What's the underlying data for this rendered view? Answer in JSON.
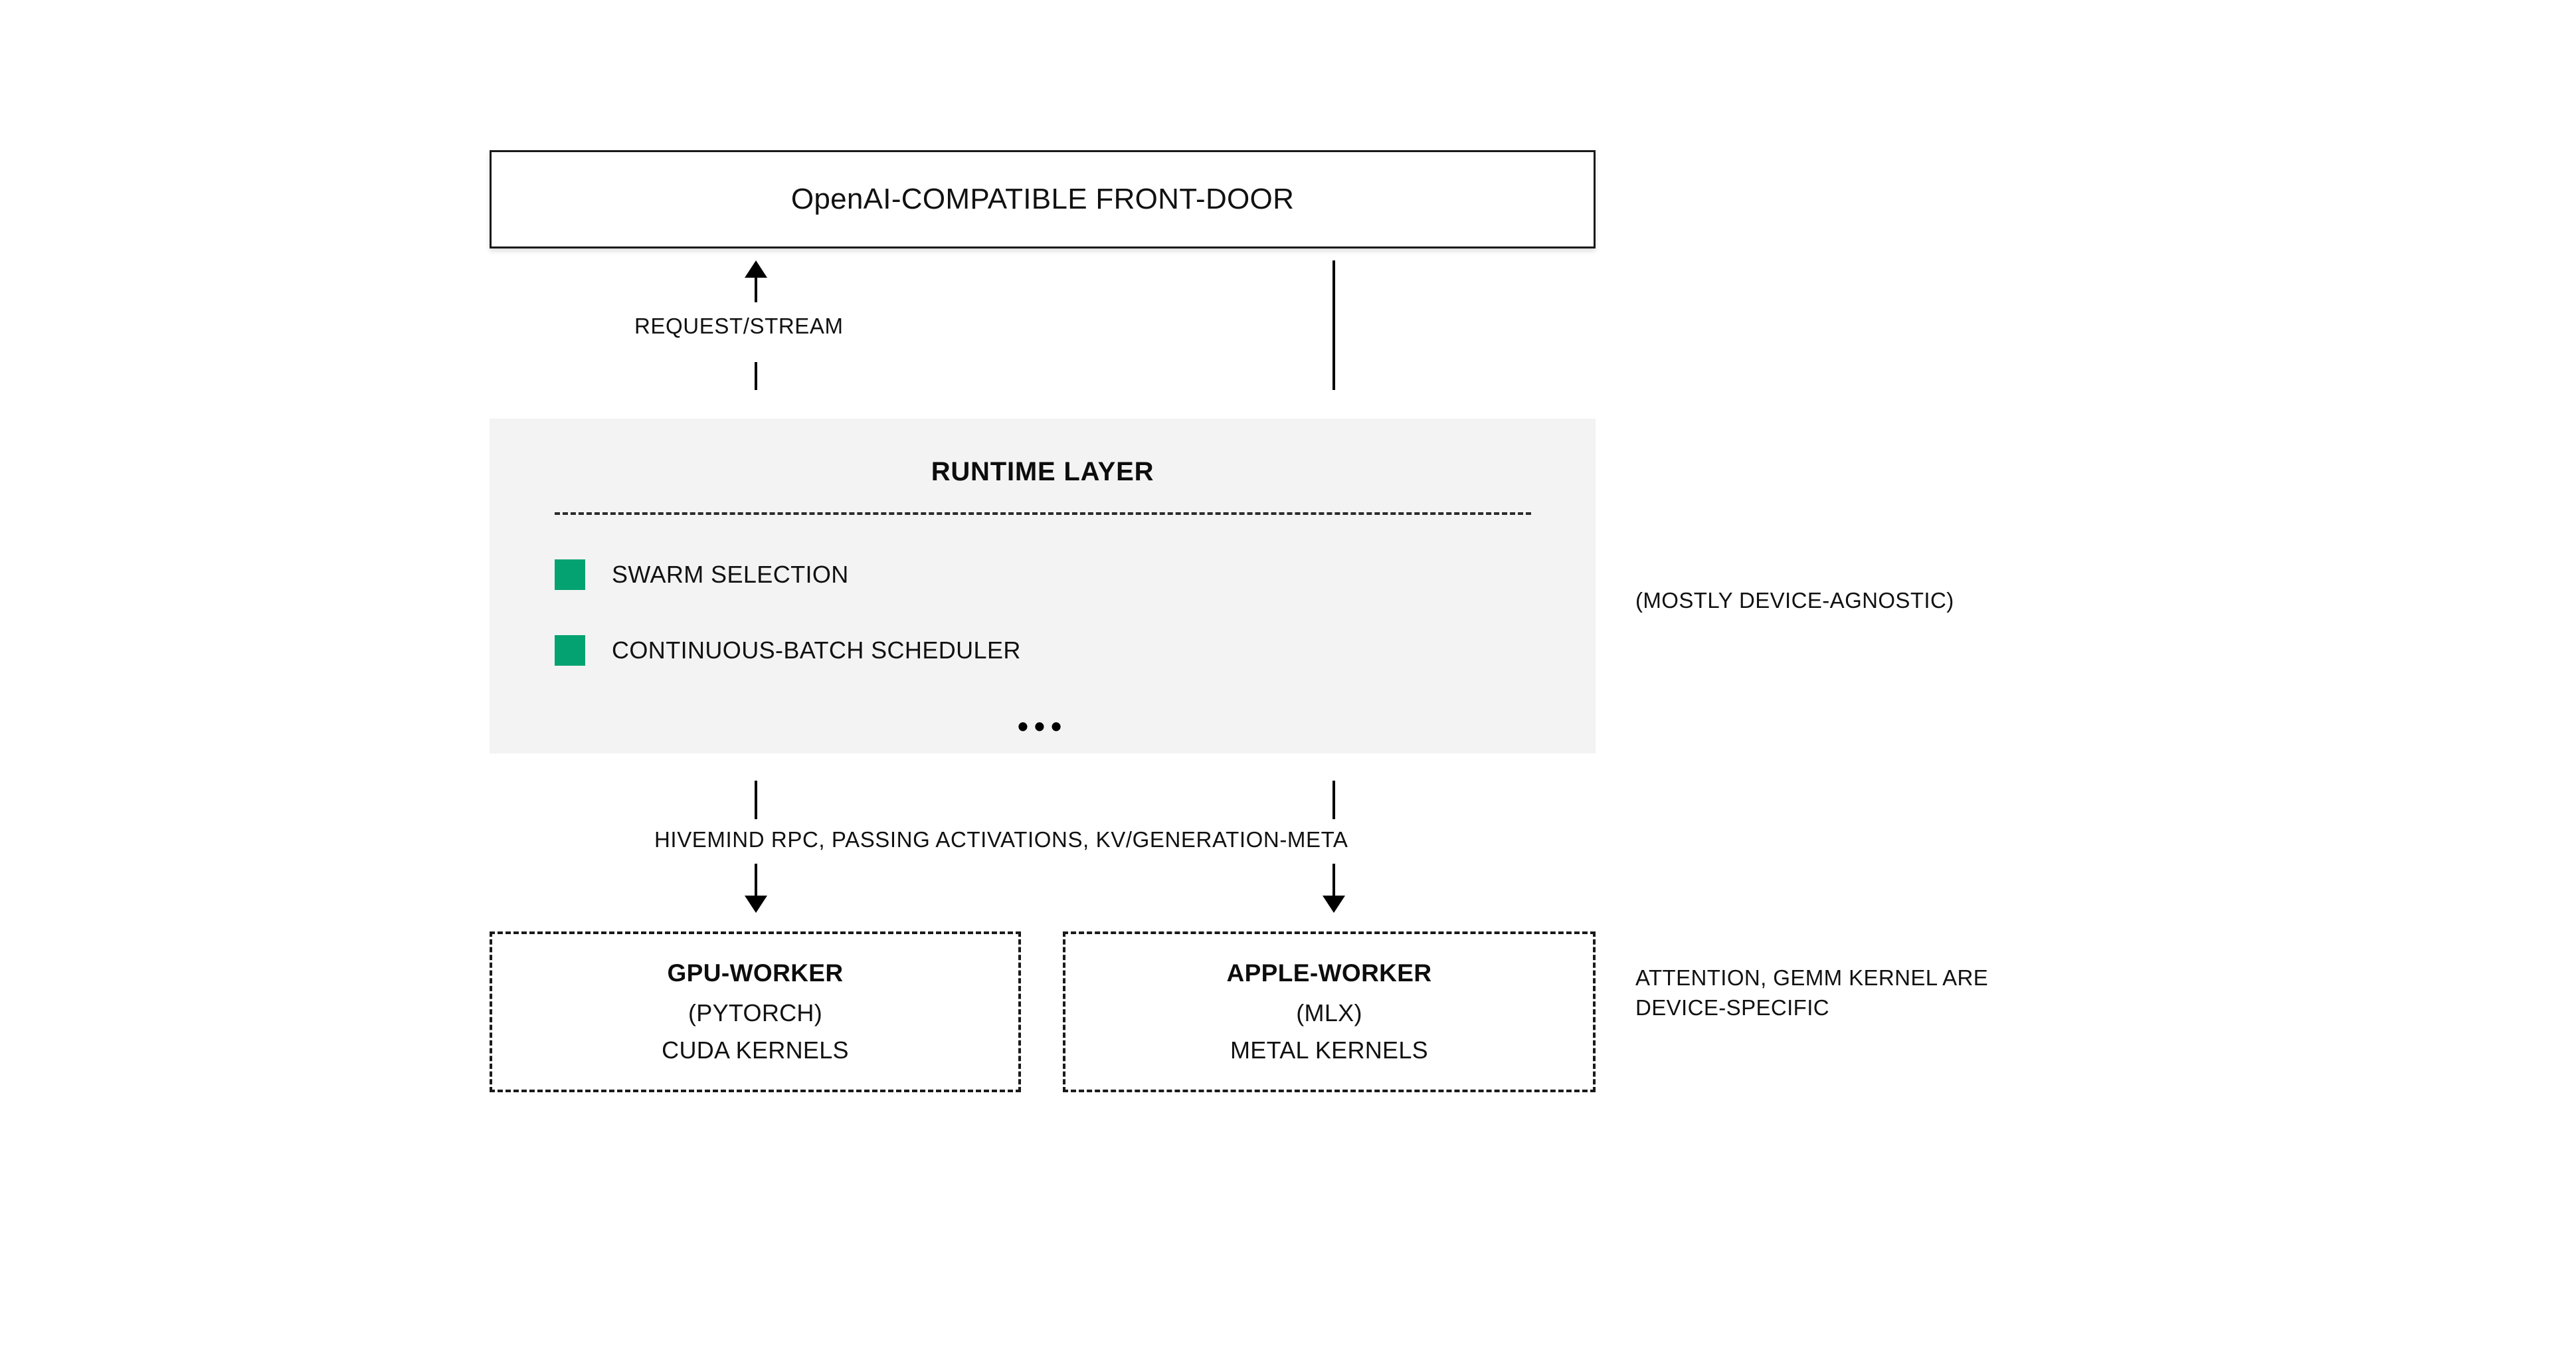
{
  "diagram": {
    "front_door": {
      "label": "OpenAI-COMPATIBLE FRONT-DOOR"
    },
    "edges": {
      "request_stream": "REQUEST/STREAM",
      "hivemind": "HIVEMIND RPC, PASSING ACTIVATIONS, KV/GENERATION-META"
    },
    "runtime": {
      "title": "RUNTIME LAYER",
      "items": [
        {
          "label": "SWARM SELECTION",
          "color": "#04a271"
        },
        {
          "label": "CONTINUOUS-BATCH SCHEDULER",
          "color": "#04a271"
        }
      ],
      "ellipsis": "•••"
    },
    "workers": [
      {
        "title": "GPU-WORKER",
        "framework": "(PYTORCH)",
        "kernels": "CUDA KERNELS"
      },
      {
        "title": "APPLE-WORKER",
        "framework": "(MLX)",
        "kernels": "METAL KERNELS"
      }
    ],
    "annotations": {
      "runtime_note": "(MOSTLY DEVICE-AGNOSTIC)",
      "worker_note_line1": "ATTENTION, GEMM KERNEL ARE",
      "worker_note_line2": "DEVICE-SPECIFIC"
    }
  }
}
